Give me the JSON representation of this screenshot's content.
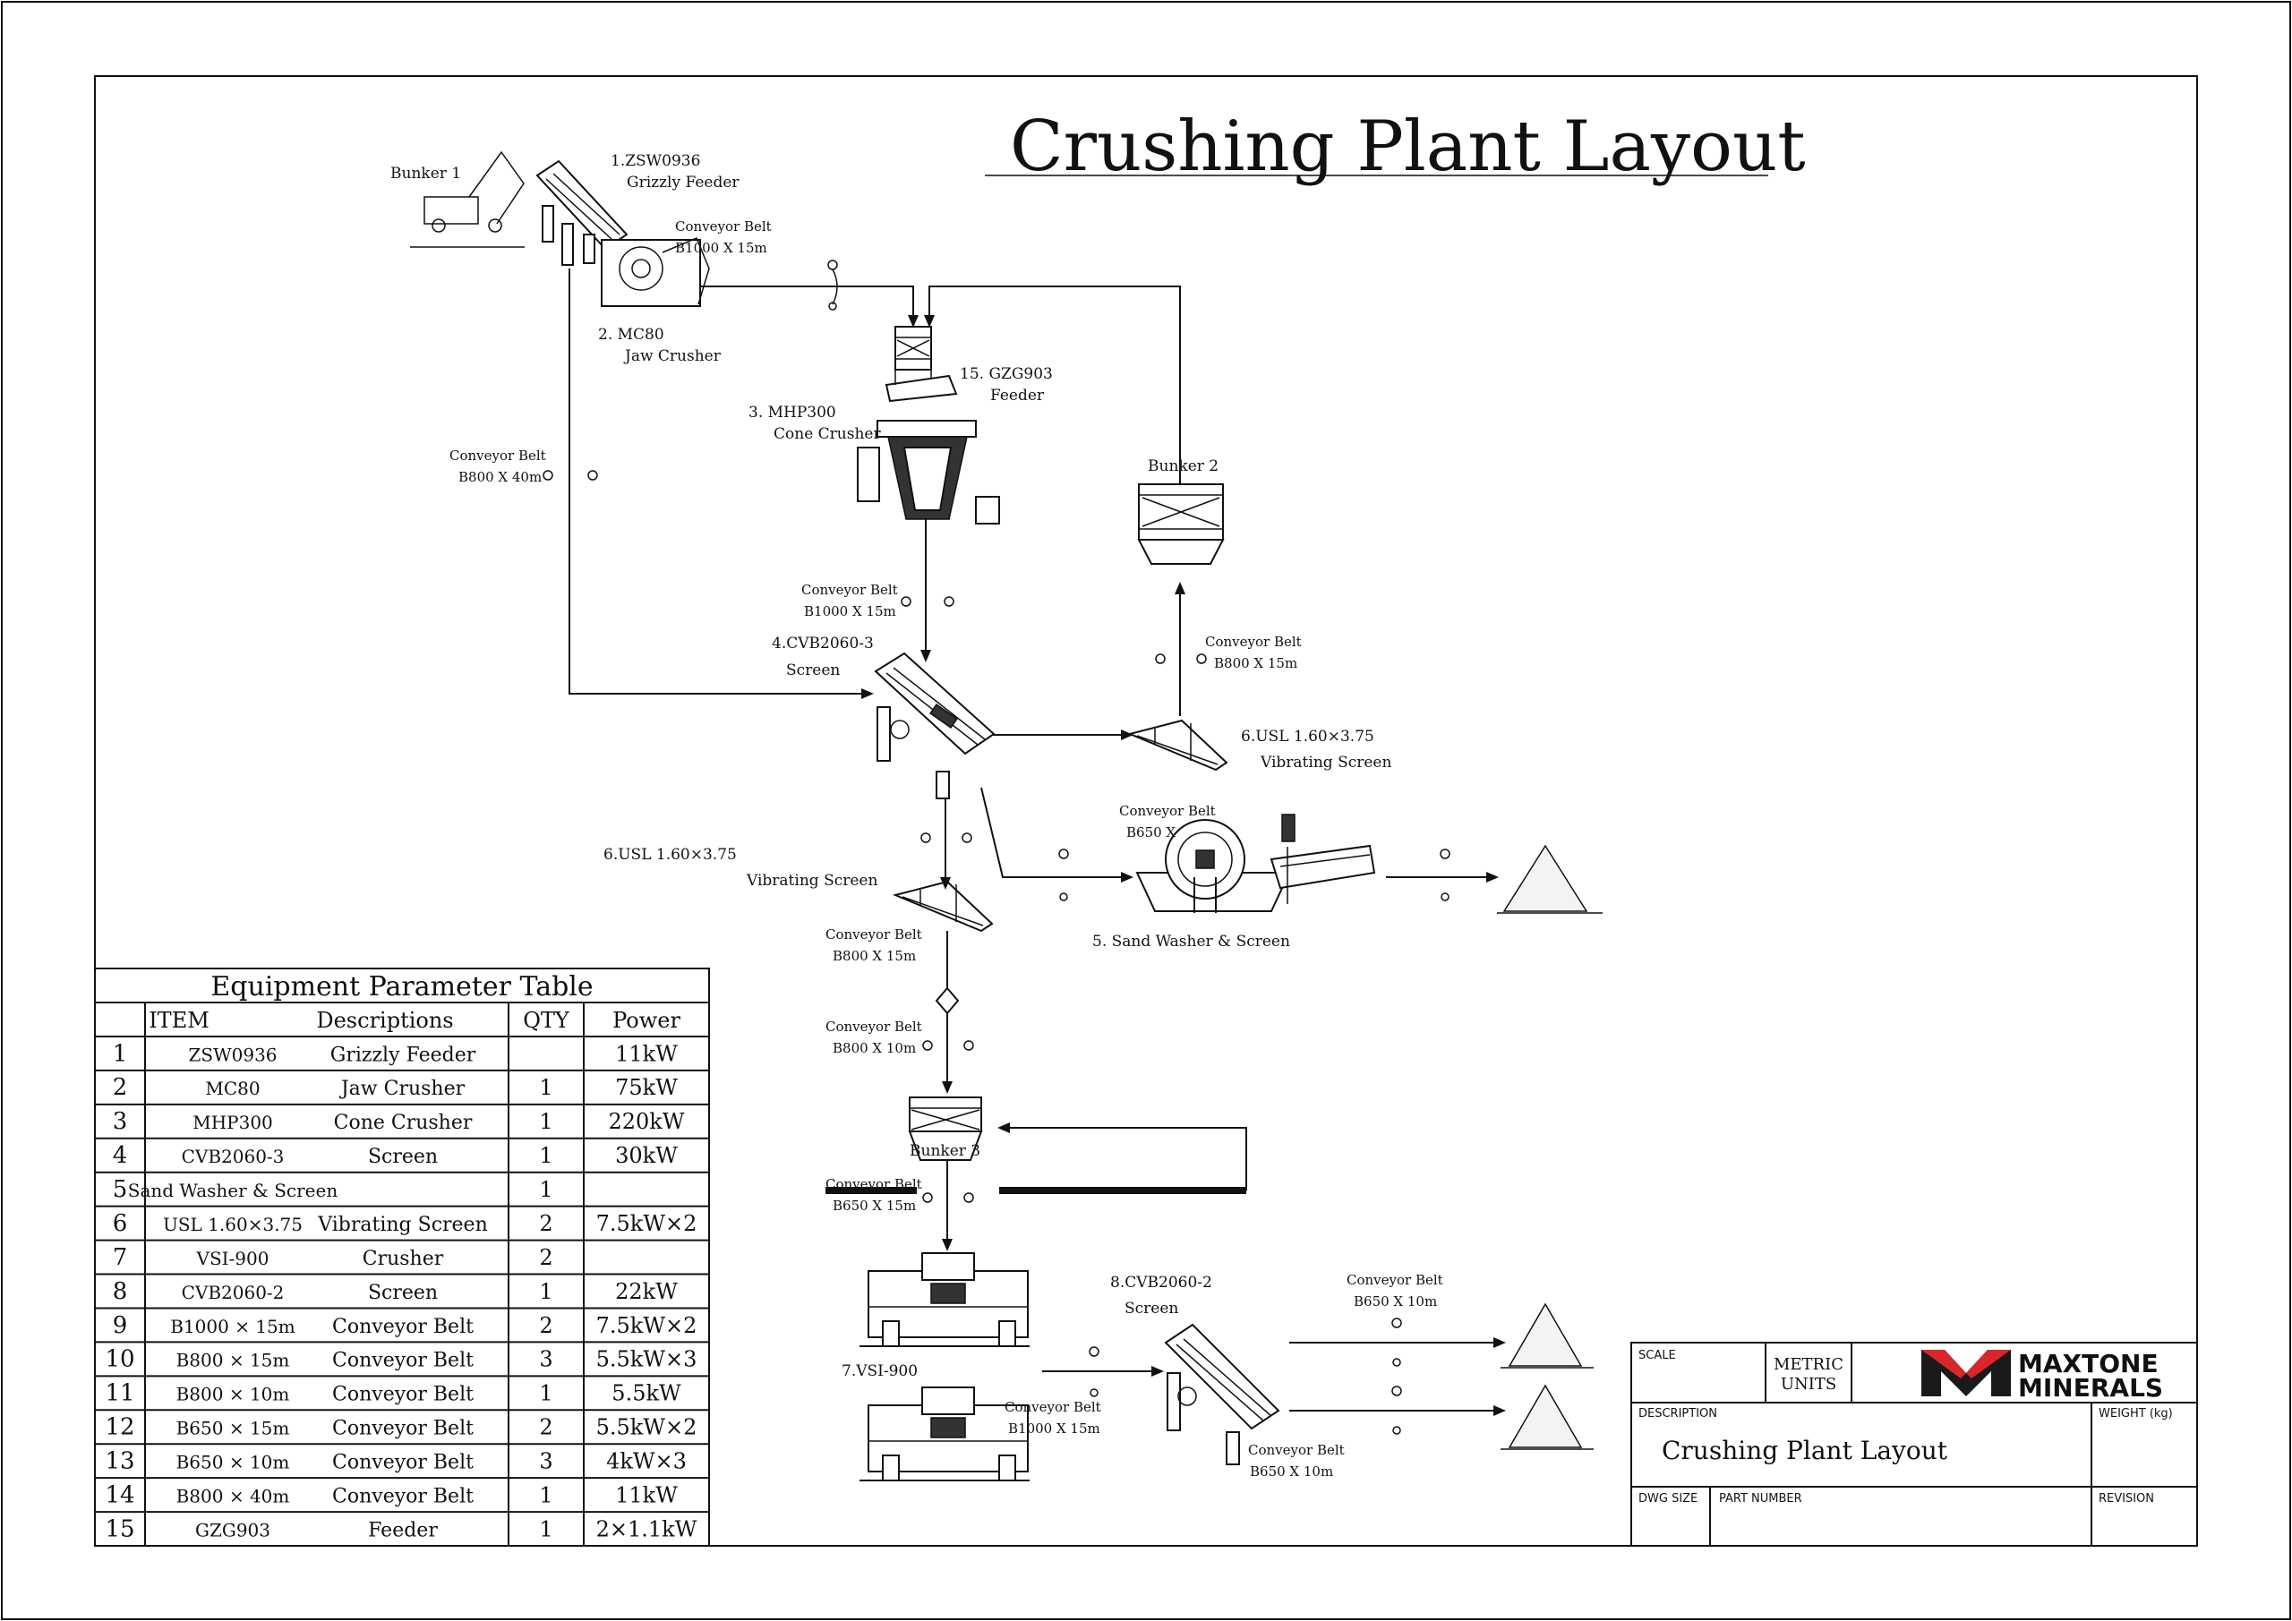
{
  "title": "Crushing Plant Layout",
  "labels": {
    "bunker1": "Bunker 1",
    "feeder1_a": "1.ZSW0936",
    "feeder1_b": "Grizzly Feeder",
    "cb1_a": "Conveyor Belt",
    "cb1_b": "B1000 X 15m",
    "jaw_a": "2. MC80",
    "jaw_b": "Jaw Crusher",
    "gzg_a": "15. GZG903",
    "gzg_b": "Feeder",
    "cone_a": "3. MHP300",
    "cone_b": "Cone Crusher",
    "cb_long_a": "Conveyor Belt",
    "cb_long_b": "B800 X 40m",
    "bunker2": "Bunker 2",
    "cb2_a": "Conveyor Belt",
    "cb2_b": "B1000 X 15m",
    "screen4_a": "4.CVB2060-3",
    "screen4_b": "Screen",
    "cb3_a": "Conveyor Belt",
    "cb3_b": "B800 X 15m",
    "usl_right_a": "6.USL 1.60×3.75",
    "usl_right_b": "Vibrating Screen",
    "cb_sw_a": "Conveyor Belt",
    "cb_sw_b": "B650 X",
    "usl_left_a": "6.USL 1.60×3.75",
    "usl_left_b": "Vibrating Screen",
    "sand_washer": "5.   Sand Washer & Screen",
    "cb4_a": "Conveyor Belt",
    "cb4_b": "B800 X 15m",
    "cb5_a": "Conveyor Belt",
    "cb5_b": "B800 X 10m",
    "bunker3": "Bunker 3",
    "cb6_a": "Conveyor Belt",
    "cb6_b": "B650 X 15m",
    "screen8_a": "8.CVB2060-2",
    "screen8_b": "Screen",
    "cb7_a": "Conveyor Belt",
    "cb7_b": "B650 X 10m",
    "vsi": "7.VSI-900",
    "cb8_a": "Conveyor Belt",
    "cb8_b": "B1000 X 15m",
    "cb9_a": "Conveyor Belt",
    "cb9_b": "B650 X 10m"
  },
  "table": {
    "title": "Equipment Parameter Table",
    "headers": [
      "ITEM",
      "Descriptions",
      "QTY",
      "Power"
    ],
    "rows": [
      {
        "no": "1",
        "model": "ZSW0936",
        "name": "Grizzly Feeder",
        "qty": "",
        "power": "11kW"
      },
      {
        "no": "2",
        "model": "MC80",
        "name": "Jaw Crusher",
        "qty": "1",
        "power": "75kW"
      },
      {
        "no": "3",
        "model": "MHP300",
        "name": "Cone Crusher",
        "qty": "1",
        "power": "220kW"
      },
      {
        "no": "4",
        "model": "CVB2060-3",
        "name": "Screen",
        "qty": "1",
        "power": "30kW"
      },
      {
        "no": "5",
        "model": "Sand Washer & Screen",
        "name": "",
        "qty": "1",
        "power": ""
      },
      {
        "no": "6",
        "model": "USL 1.60×3.75",
        "name": "Vibrating Screen",
        "qty": "2",
        "power": "7.5kW×2"
      },
      {
        "no": "7",
        "model": "VSI-900",
        "name": "Crusher",
        "qty": "2",
        "power": ""
      },
      {
        "no": "8",
        "model": "CVB2060-2",
        "name": "Screen",
        "qty": "1",
        "power": "22kW"
      },
      {
        "no": "9",
        "model": "B1000 × 15m",
        "name": "Conveyor Belt",
        "qty": "2",
        "power": "7.5kW×2"
      },
      {
        "no": "10",
        "model": "B800 × 15m",
        "name": "Conveyor Belt",
        "qty": "3",
        "power": "5.5kW×3"
      },
      {
        "no": "11",
        "model": "B800 × 10m",
        "name": "Conveyor Belt",
        "qty": "1",
        "power": "5.5kW"
      },
      {
        "no": "12",
        "model": "B650 × 15m",
        "name": "Conveyor Belt",
        "qty": "2",
        "power": "5.5kW×2"
      },
      {
        "no": "13",
        "model": "B650 × 10m",
        "name": "Conveyor Belt",
        "qty": "3",
        "power": "4kW×3"
      },
      {
        "no": "14",
        "model": "B800 × 40m",
        "name": "Conveyor Belt",
        "qty": "1",
        "power": "11kW"
      },
      {
        "no": "15",
        "model": "GZG903",
        "name": "Feeder",
        "qty": "1",
        "power": "2×1.1kW"
      }
    ]
  },
  "title_block": {
    "scale_label": "SCALE",
    "units_line1": "METRIC",
    "units_line2": "UNITS",
    "logo_line1": "MAXTONE",
    "logo_line2": "MINERALS",
    "description_label": "DESCRIPTION",
    "weight_label": "WEIGHT (kg)",
    "description_value": "Crushing Plant Layout",
    "dwg_size_label": "DWG SIZE",
    "part_number_label": "PART NUMBER",
    "revision_label": "REVISION"
  },
  "colors": {
    "line": "#111111",
    "logo_red": "#d9262a",
    "logo_dark": "#1a1a1a",
    "background": "#ffffff"
  }
}
